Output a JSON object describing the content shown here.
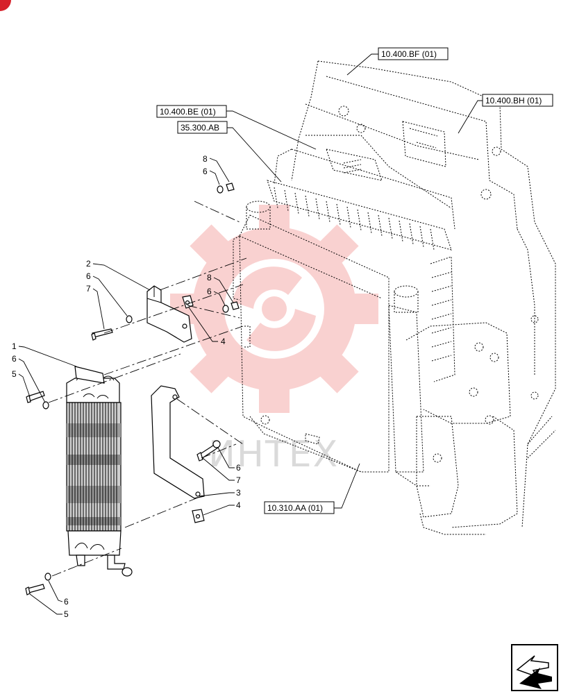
{
  "references": [
    {
      "id": "ref-10400bf",
      "label": "10.400.BF (01)"
    },
    {
      "id": "ref-10400bh",
      "label": "10.400.BH (01)"
    },
    {
      "id": "ref-10400be",
      "label": "10.400.BE (01)"
    },
    {
      "id": "ref-35300ab",
      "label": "35.300.AB"
    },
    {
      "id": "ref-10310aa",
      "label": "10.310.AA (01)"
    }
  ],
  "callouts": {
    "c1": "1",
    "c2": "2",
    "c3": "3",
    "c4a": "4",
    "c4b": "4",
    "c5a": "5",
    "c5b": "5",
    "c6a": "6",
    "c6b": "6",
    "c6c": "6",
    "c6d": "6",
    "c6e": "6",
    "c6f": "6",
    "c7a": "7",
    "c7b": "7",
    "c8a": "8",
    "c8b": "8"
  },
  "watermark": "ИНТЕХ",
  "colors": {
    "watermark_red": "#e8322e",
    "badge_red": "#d6202a"
  },
  "icons": [
    "exploded-view-arrow-icon"
  ]
}
